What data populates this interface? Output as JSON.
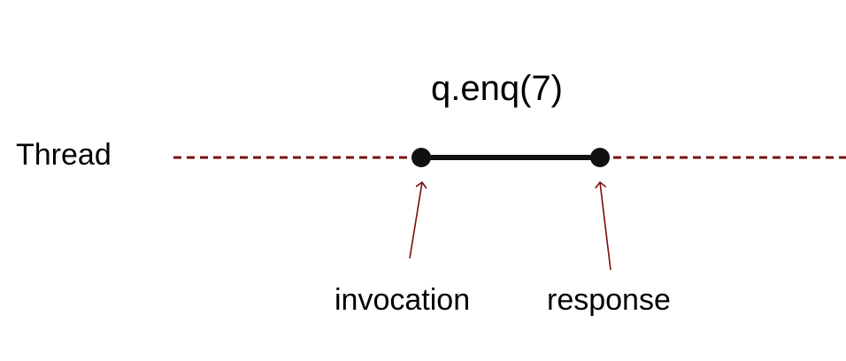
{
  "thread_label": "Thread",
  "method_call": "q.enq(7)",
  "invocation_label": "invocation",
  "response_label": "response",
  "colors": {
    "timeline": "#7a0f0f",
    "interval": "#111111",
    "arrow": "#7a0f0f"
  }
}
